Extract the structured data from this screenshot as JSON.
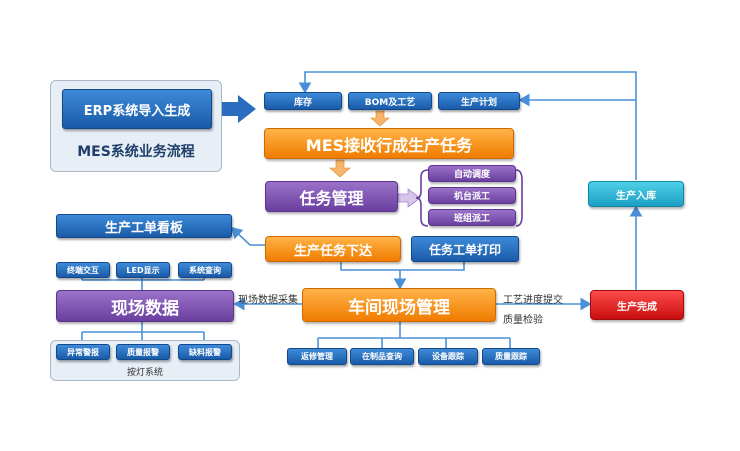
{
  "erp": {
    "label": "ERP系统导入生成",
    "caption": "MES系统业务流程"
  },
  "top_boxes": [
    {
      "label": "库存"
    },
    {
      "label": "BOM及工艺"
    },
    {
      "label": "生产计划"
    }
  ],
  "mes_receive": {
    "label": "MES接收行成生产任务"
  },
  "task_mgmt": {
    "label": "任务管理"
  },
  "dispatch": [
    "自动调度",
    "机台派工",
    "班组派工"
  ],
  "kanban": {
    "label": "生产工单看板"
  },
  "task_issue": {
    "label": "生产任务下达"
  },
  "task_print": {
    "label": "任务工单打印"
  },
  "field_top": [
    "终端交互",
    "LED显示",
    "系统查询"
  ],
  "field_data": {
    "label": "现场数据"
  },
  "field_bottom": [
    "异常警报",
    "质量报警",
    "缺料报警"
  ],
  "andon": {
    "label": "按灯系统"
  },
  "collect_label": "现场数据采集",
  "shop_floor": {
    "label": "车间现场管理"
  },
  "progress_label": "工艺进度提交",
  "quality_label": "质量检验",
  "shop_bottom": [
    "返修管理",
    "在制品查询",
    "设备跟踪",
    "质量跟踪"
  ],
  "prod_complete": {
    "label": "生产完成"
  },
  "prod_warehouse": {
    "label": "生产入库"
  },
  "colors": {
    "blue": "#1a5ba8",
    "orange": "#f07c00",
    "purple": "#6a3fa0",
    "teal": "#1ba0c4",
    "red": "#c80f0f",
    "line": "#4a90d9"
  }
}
